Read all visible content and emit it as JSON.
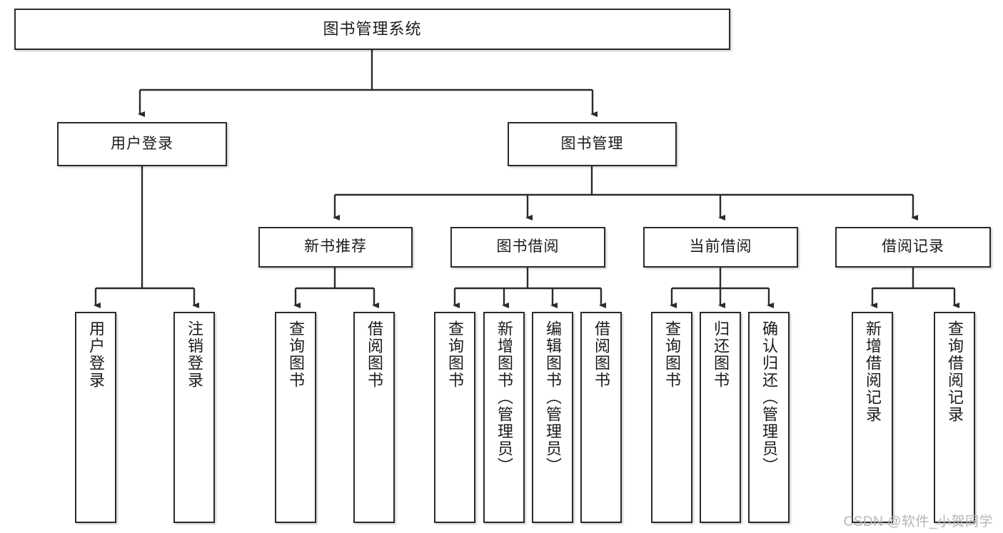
{
  "diagram": {
    "type": "tree-hierarchy-chart",
    "title": "图书管理系统",
    "watermark": "CSDN @软件_小贺同学",
    "colors": {
      "stroke": "#2b2b2b",
      "fill": "#ffffff",
      "text": "#1b1b1b",
      "watermark": "#b6b6b6"
    },
    "nodes": {
      "root": {
        "label": "图书管理系统"
      },
      "level2": [
        {
          "label": "用户登录"
        },
        {
          "label": "图书管理"
        }
      ],
      "level3": [
        {
          "label": "新书推荐"
        },
        {
          "label": "图书借阅"
        },
        {
          "label": "当前借阅"
        },
        {
          "label": "借阅记录"
        }
      ],
      "leaves": {
        "user_login": [
          {
            "label": "用户登录"
          },
          {
            "label": "注销登录"
          }
        ],
        "new_book": [
          {
            "label": "查询图书"
          },
          {
            "label": "借阅图书"
          }
        ],
        "book_borrow": [
          {
            "label": "查询图书"
          },
          {
            "label": "新增图书（管理员）"
          },
          {
            "label": "编辑图书（管理员）"
          },
          {
            "label": "借阅图书"
          }
        ],
        "current_borrow": [
          {
            "label": "查询图书"
          },
          {
            "label": "归还图书"
          },
          {
            "label": "确认归还（管理员）"
          }
        ],
        "borrow_record": [
          {
            "label": "新增借阅记录"
          },
          {
            "label": "查询借阅记录"
          }
        ]
      }
    }
  }
}
